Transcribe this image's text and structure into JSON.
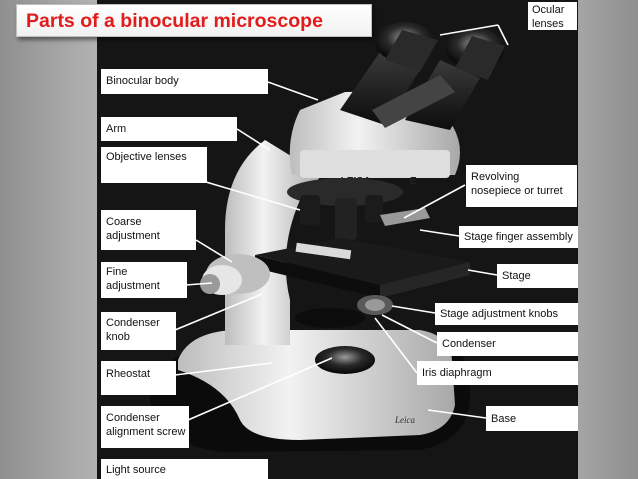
{
  "title": "Parts of a binocular microscope",
  "labels": {
    "ocular": [
      "Ocular",
      "lenses"
    ],
    "binocular_body": [
      "Binocular body"
    ],
    "arm": [
      "Arm"
    ],
    "objective": [
      "Objective lenses"
    ],
    "coarse": [
      "Coarse",
      "adjustment"
    ],
    "fine": [
      "Fine",
      "adjustment"
    ],
    "condenser_knob": [
      "Condenser",
      "knob"
    ],
    "rheostat": [
      "Rheostat"
    ],
    "alignment": [
      "Condenser",
      "alignment screw"
    ],
    "light_source": [
      "Light source"
    ],
    "revolving": [
      "Revolving",
      "nosepiece or turret"
    ],
    "finger": [
      "Stage finger assembly"
    ],
    "stage": [
      "Stage"
    ],
    "stage_knobs": [
      "Stage adjustment knobs"
    ],
    "condenser": [
      "Condenser"
    ],
    "iris": [
      "Iris diaphragm"
    ],
    "base": [
      "Base"
    ]
  },
  "brand": {
    "logo": "LEICA",
    "model": "E",
    "base_logo": "Leica"
  },
  "colors": {
    "title_text": "#e21b1b",
    "background": "#bdbdbd",
    "photo": "#151515"
  }
}
